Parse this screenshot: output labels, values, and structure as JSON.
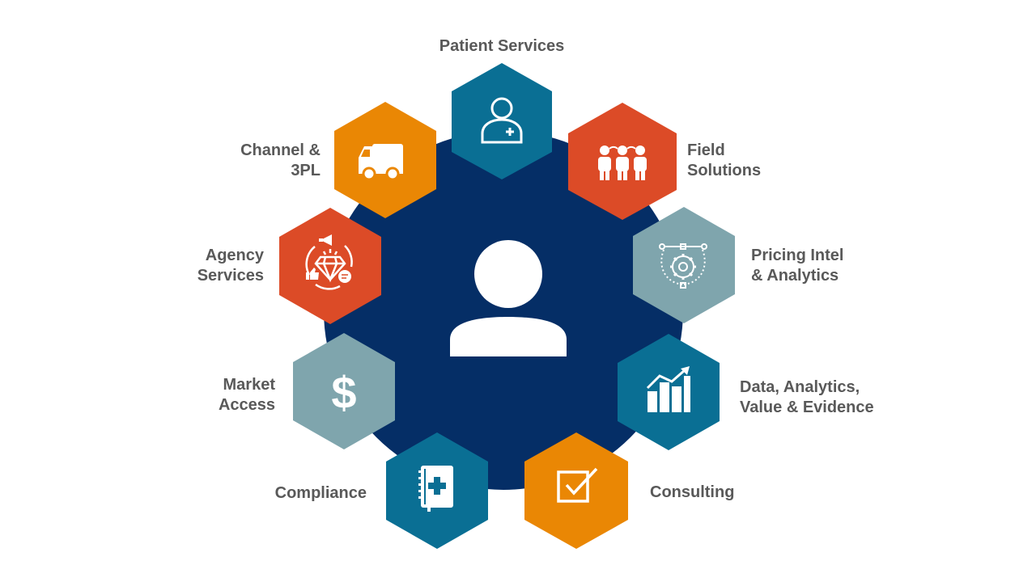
{
  "colors": {
    "circle": "#052e66",
    "teal": "#0a6f94",
    "orange": "#ea8704",
    "red": "#dc4b27",
    "gray": "#7fa5ad",
    "label_text": "#595959",
    "icon": "#ffffff"
  },
  "center_icon": "person-silhouette-icon",
  "segments": [
    {
      "id": "patient-services",
      "lines": [
        "Patient Services"
      ],
      "color": "teal",
      "icon": "nurse-icon"
    },
    {
      "id": "field-solutions",
      "lines": [
        "Field",
        "Solutions"
      ],
      "color": "red",
      "icon": "team-icon"
    },
    {
      "id": "pricing-intel",
      "lines": [
        "Pricing Intel",
        "& Analytics"
      ],
      "color": "gray",
      "icon": "gear-vector-icon"
    },
    {
      "id": "data-analytics",
      "lines": [
        "Data, Analytics,",
        "Value & Evidence"
      ],
      "color": "teal",
      "icon": "growth-chart-icon"
    },
    {
      "id": "consulting",
      "lines": [
        "Consulting"
      ],
      "color": "orange",
      "icon": "checkbox-icon"
    },
    {
      "id": "compliance",
      "lines": [
        "Compliance"
      ],
      "color": "teal",
      "icon": "medical-notebook-icon"
    },
    {
      "id": "market-access",
      "lines": [
        "Market",
        "Access"
      ],
      "color": "gray",
      "icon": "dollar-icon"
    },
    {
      "id": "agency-services",
      "lines": [
        "Agency",
        "Services"
      ],
      "color": "red",
      "icon": "diamond-cycle-icon"
    },
    {
      "id": "channel-3pl",
      "lines": [
        "Channel &",
        "3PL"
      ],
      "color": "orange",
      "icon": "truck-icon"
    }
  ]
}
